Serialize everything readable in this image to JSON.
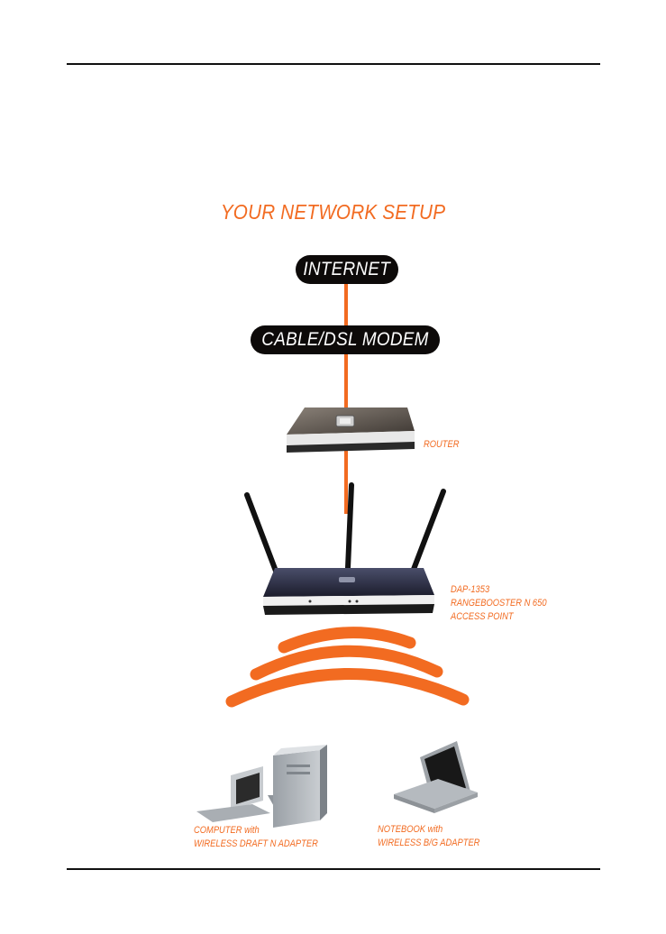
{
  "title": "YOUR NETWORK SETUP",
  "nodes": {
    "internet": "INTERNET",
    "modem": "CABLE/DSL MODEM",
    "router": "ROUTER",
    "access_point": [
      "DAP-1353",
      "RANGEBOOSTER N 650",
      "ACCESS POINT"
    ],
    "computer": [
      "COMPUTER with",
      "WIRELESS DRAFT N ADAPTER"
    ],
    "notebook": [
      "NOTEBOOK with",
      "WIRELESS B/G ADAPTER"
    ]
  },
  "colors": {
    "accent": "#f26b21",
    "pill_bg": "#0d0a09",
    "rule": "#111111"
  }
}
